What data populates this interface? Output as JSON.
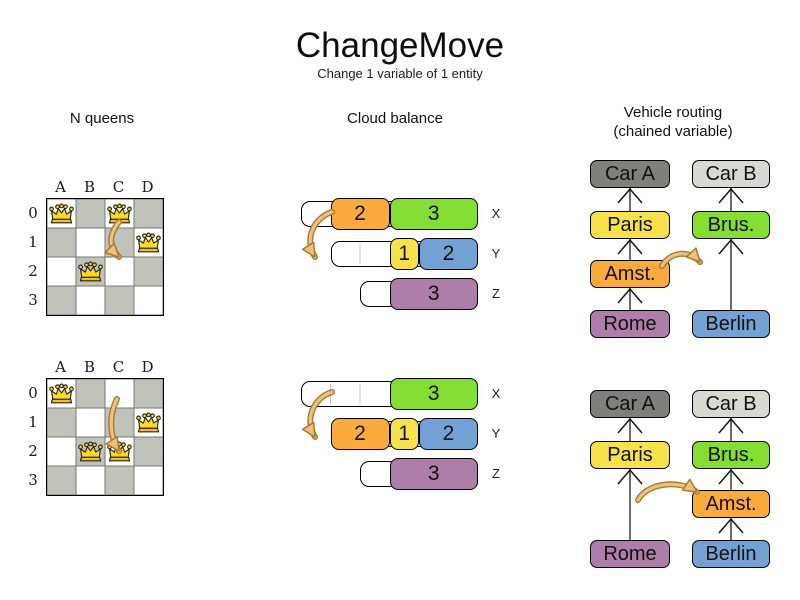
{
  "title": "ChangeMove",
  "subtitle": "Change 1 variable of 1 entity",
  "columns": {
    "nqueens": {
      "header": "N queens"
    },
    "cloud": {
      "header": "Cloud balance"
    },
    "vehicle": {
      "header_line1": "Vehicle routing",
      "header_line2": "(chained variable)"
    }
  },
  "colors": {
    "orange": "#fbab3d",
    "yellow": "#f7e24b",
    "green": "#84dd33",
    "blue": "#74a1d4",
    "purple": "#ad7fa8",
    "car_a_gray": "#7e817b",
    "car_b_gray": "#d7dad2",
    "board_gray": "#bfc3ba",
    "board_white": "#ffffff",
    "queen_gold": "#ffd91c",
    "queen_base_gold": "#f0c020",
    "move_arrow_fill": "#eec17e",
    "move_arrow_stroke": "#a9792e",
    "chain_line": "#5a5a5a",
    "chevron": "#161616"
  },
  "nqueens": {
    "col_labels": [
      "A",
      "B",
      "C",
      "D"
    ],
    "row_labels": [
      "0",
      "1",
      "2",
      "3"
    ],
    "states": [
      {
        "queens": [
          [
            0,
            0
          ],
          [
            2,
            0
          ],
          [
            3,
            1
          ],
          [
            1,
            2
          ]
        ]
      },
      {
        "queens": [
          [
            0,
            0
          ],
          [
            3,
            1
          ],
          [
            1,
            2
          ],
          [
            2,
            2
          ]
        ]
      }
    ]
  },
  "cloud": {
    "states": [
      {
        "rows": [
          {
            "label": "X",
            "capacity": 6,
            "blocks": [
              {
                "value": "2",
                "color": "orange",
                "size": 2
              },
              {
                "value": "3",
                "color": "green",
                "size": 3
              }
            ]
          },
          {
            "label": "Y",
            "capacity": 5,
            "blocks": [
              {
                "value": "1",
                "color": "yellow",
                "size": 1
              },
              {
                "value": "2",
                "color": "blue",
                "size": 2
              }
            ]
          },
          {
            "label": "Z",
            "capacity": 4,
            "blocks": [
              {
                "value": "3",
                "color": "purple",
                "size": 3
              }
            ]
          }
        ]
      },
      {
        "rows": [
          {
            "label": "X",
            "capacity": 6,
            "blocks": [
              {
                "value": "3",
                "color": "green",
                "size": 3
              }
            ]
          },
          {
            "label": "Y",
            "capacity": 5,
            "blocks": [
              {
                "value": "2",
                "color": "orange",
                "size": 2
              },
              {
                "value": "1",
                "color": "yellow",
                "size": 1
              },
              {
                "value": "2",
                "color": "blue",
                "size": 2
              }
            ]
          },
          {
            "label": "Z",
            "capacity": 4,
            "blocks": [
              {
                "value": "3",
                "color": "purple",
                "size": 3
              }
            ]
          }
        ]
      }
    ]
  },
  "vehicle": {
    "states": [
      {
        "nodes": [
          {
            "label": "Car A",
            "color": "car_a_gray",
            "col": 0,
            "slot": 0
          },
          {
            "label": "Paris",
            "color": "yellow",
            "col": 0,
            "slot": 1
          },
          {
            "label": "Amst.",
            "color": "orange",
            "col": 0,
            "slot": 2
          },
          {
            "label": "Rome",
            "color": "purple",
            "col": 0,
            "slot": 3
          },
          {
            "label": "Car B",
            "color": "car_b_gray",
            "col": 1,
            "slot": 0
          },
          {
            "label": "Brus.",
            "color": "green",
            "col": 1,
            "slot": 1
          },
          {
            "label": "Berlin",
            "color": "blue",
            "col": 1,
            "slot": 3
          }
        ],
        "links": [
          [
            "Paris",
            "Car A"
          ],
          [
            "Amst.",
            "Paris"
          ],
          [
            "Rome",
            "Amst."
          ],
          [
            "Brus.",
            "Car B"
          ],
          [
            "Berlin",
            "Brus."
          ]
        ]
      },
      {
        "nodes": [
          {
            "label": "Car A",
            "color": "car_a_gray",
            "col": 0,
            "slot": 0
          },
          {
            "label": "Paris",
            "color": "yellow",
            "col": 0,
            "slot": 1
          },
          {
            "label": "Rome",
            "color": "purple",
            "col": 0,
            "slot": 3
          },
          {
            "label": "Car B",
            "color": "car_b_gray",
            "col": 1,
            "slot": 0
          },
          {
            "label": "Brus.",
            "color": "green",
            "col": 1,
            "slot": 1
          },
          {
            "label": "Amst.",
            "color": "orange",
            "col": 1,
            "slot": 2
          },
          {
            "label": "Berlin",
            "color": "blue",
            "col": 1,
            "slot": 3
          }
        ],
        "links": [
          [
            "Paris",
            "Car A"
          ],
          [
            "Rome",
            "Paris"
          ],
          [
            "Brus.",
            "Car B"
          ],
          [
            "Amst.",
            "Brus."
          ],
          [
            "Berlin",
            "Amst."
          ]
        ]
      }
    ]
  }
}
